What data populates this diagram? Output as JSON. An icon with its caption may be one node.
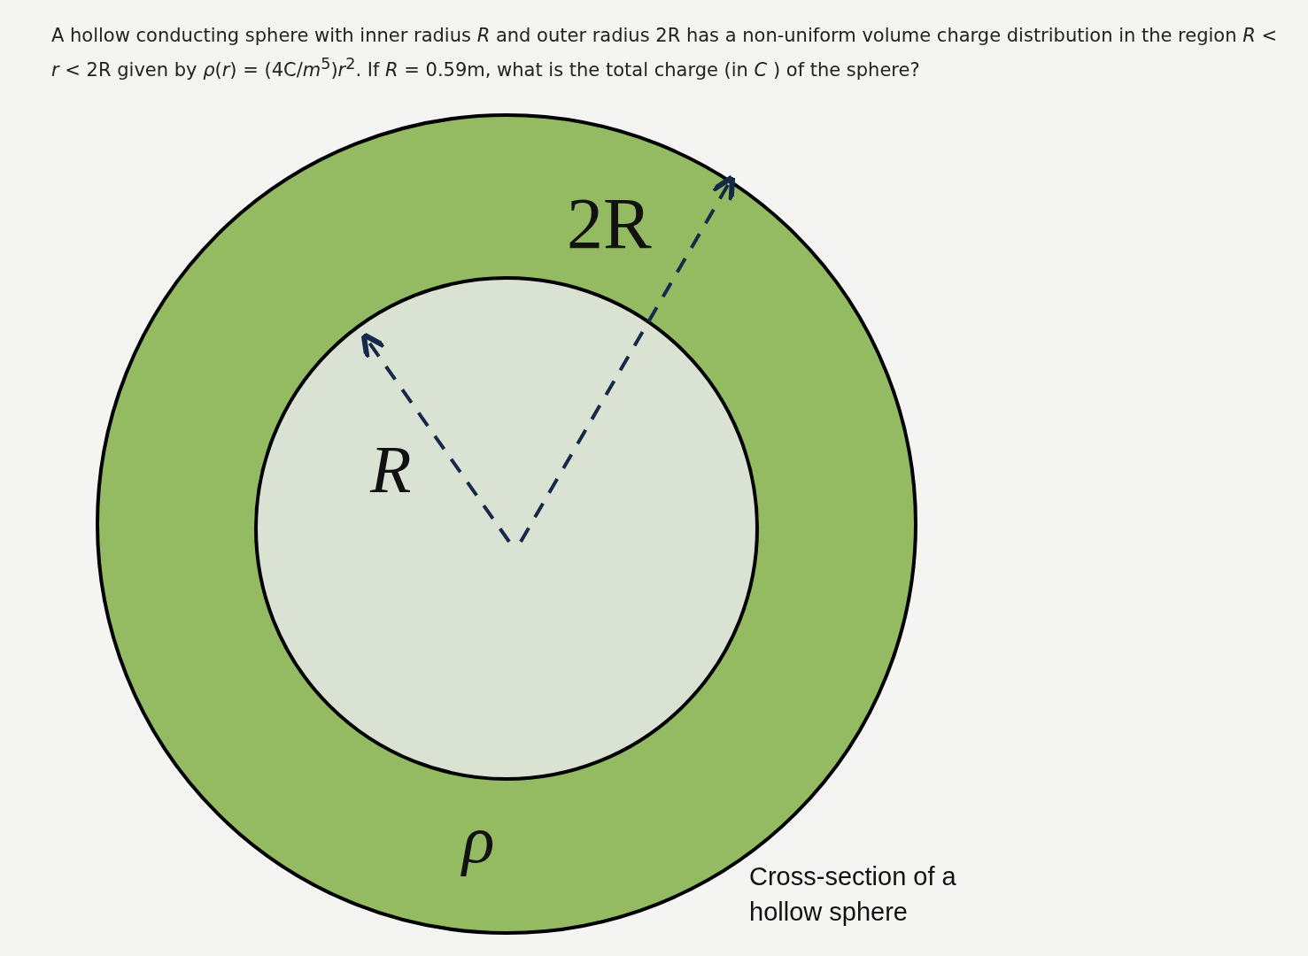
{
  "diagram": {
    "title": "A hollow conducting sphere with inner radius *R* and outer radius 2R has a non-uniform volume charge distribution in the region *R* < *r* < 2R given by *ρ*(*r*) = (4C/*m*$^{5}$)*r*$^{2}$. If *R* = 0.59m, what is the total charge (in *C* ) of the sphere?",
    "caption": "Cross-section of a hollow sphere",
    "labels": [
      "2R",
      "R",
      "ρ"
    ]
  }
}
